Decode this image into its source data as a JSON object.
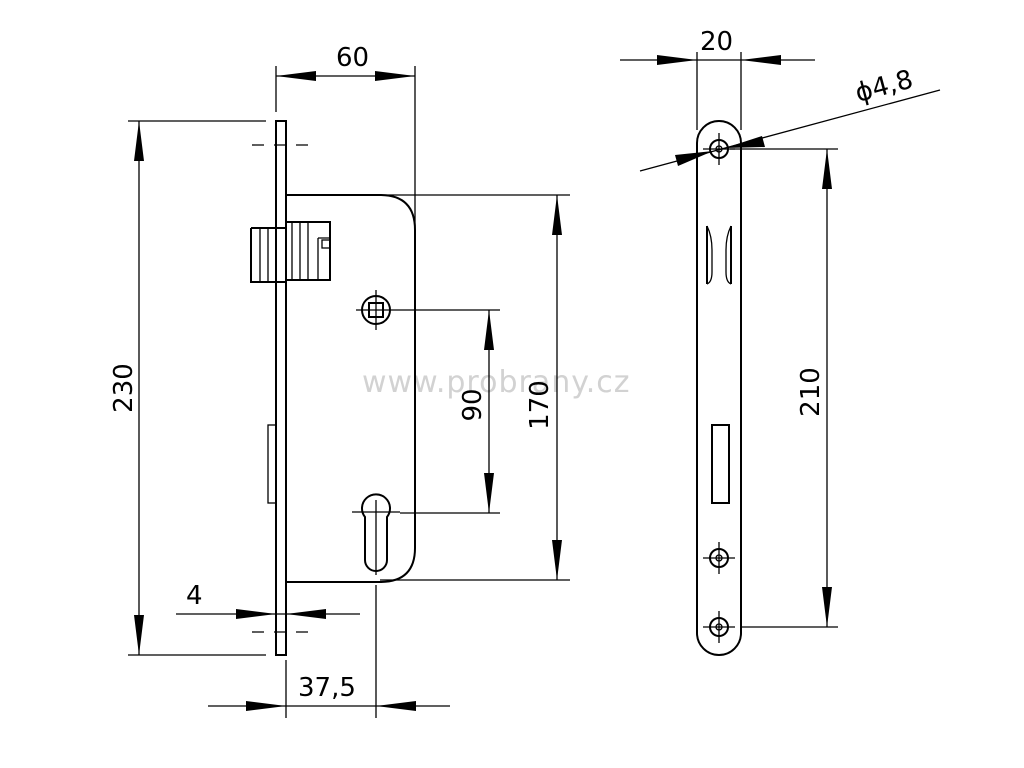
{
  "watermark": "www.probrany.cz",
  "dimensions": {
    "faceplate_to_backplate": "60",
    "overall_height": "230",
    "case_height": "170",
    "spindle_to_cylinder": "90",
    "faceplate_thickness": "4",
    "backset": "37,5",
    "faceplate_width": "20",
    "screw_hole_diameter": "ϕ4,8",
    "screw_spacing": "210"
  }
}
